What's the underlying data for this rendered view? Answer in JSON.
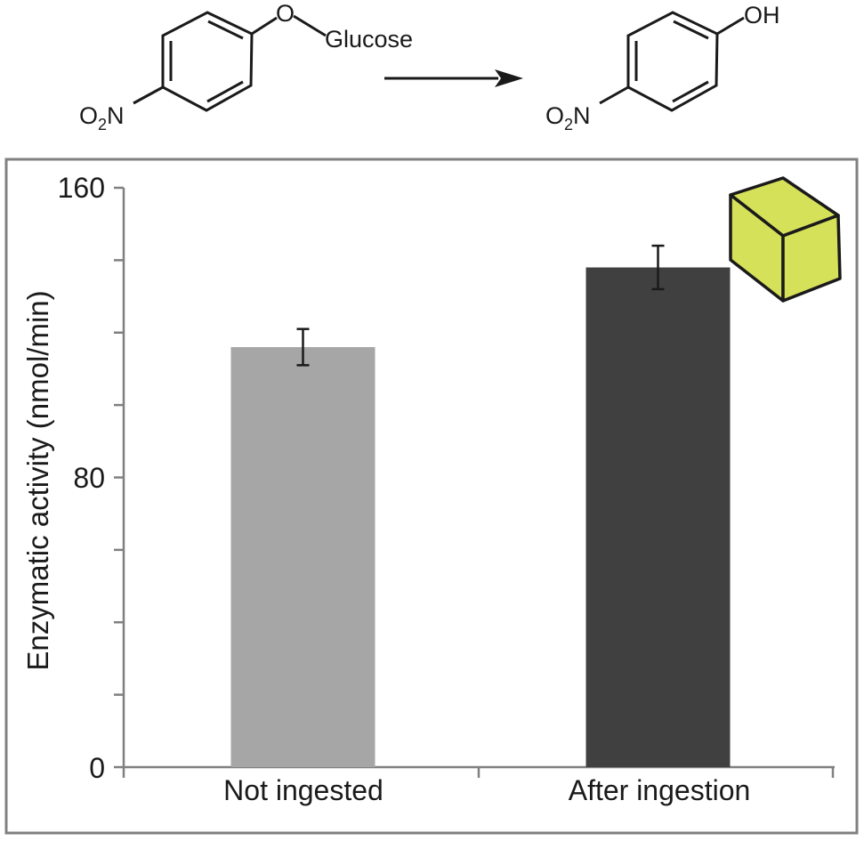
{
  "reaction": {
    "reactant": {
      "oxygen_label": "O",
      "substituent_label": "Glucose",
      "nitro_label_main": "O",
      "nitro_subscript": "2",
      "nitro_label_n": "N"
    },
    "product": {
      "hydroxyl_label": "OH",
      "nitro_label_main": "O",
      "nitro_subscript": "2",
      "nitro_label_n": "N"
    }
  },
  "chart_data": {
    "type": "bar",
    "categories": [
      "Not ingested",
      "After ingestion"
    ],
    "values": [
      116,
      138
    ],
    "error_low": [
      111,
      132
    ],
    "error_high": [
      121,
      144
    ],
    "bar_colors": [
      "#a6a6a6",
      "#404040"
    ],
    "ylabel": "Enzymatic activity (nmol/min)",
    "ylim": [
      0,
      160
    ],
    "yticks_labeled": [
      "0",
      "80",
      "160"
    ],
    "ytick_values": [
      0,
      20,
      40,
      60,
      80,
      100,
      120,
      140,
      160
    ],
    "grid": false,
    "legend": "none"
  },
  "icon": {
    "name": "cube-icon",
    "face_color": "#d6e15a",
    "edge_color": "#1a1a1a"
  },
  "colors": {
    "frame": "#808080",
    "axis": "#808080"
  }
}
